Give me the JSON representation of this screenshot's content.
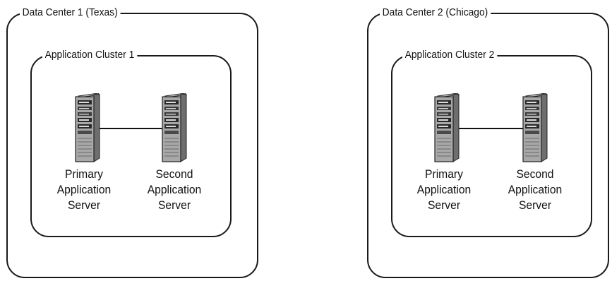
{
  "datacenters": [
    {
      "title": "Data Center 1 (Texas)",
      "cluster": {
        "title": "Application Cluster 1",
        "servers": [
          {
            "lines": [
              "Primary",
              "Application",
              "Server"
            ],
            "icon": "server-tower-icon"
          },
          {
            "lines": [
              "Second",
              "Application",
              "Server"
            ],
            "icon": "server-tower-icon"
          }
        ]
      }
    },
    {
      "title": "Data Center 2 (Chicago)",
      "cluster": {
        "title": "Application Cluster 2",
        "servers": [
          {
            "lines": [
              "Primary",
              "Application",
              "Server"
            ],
            "icon": "server-tower-icon"
          },
          {
            "lines": [
              "Second",
              "Application",
              "Server"
            ],
            "icon": "server-tower-icon"
          }
        ]
      }
    }
  ],
  "colors": {
    "stroke": "#1a1a1a",
    "server_body": "#9a9a9a",
    "background": "#ffffff"
  }
}
